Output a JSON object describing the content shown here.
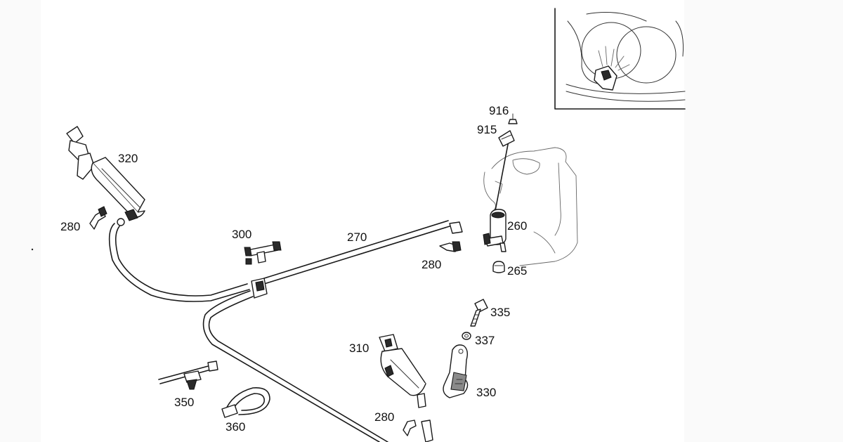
{
  "diagram": {
    "callouts": {
      "c320": "320",
      "c280a": "280",
      "c300": "300",
      "c270": "270",
      "c280b": "280",
      "c916": "916",
      "c915": "915",
      "c260": "260",
      "c265": "265",
      "c335": "335",
      "c337": "337",
      "c310": "310",
      "c330": "330",
      "c350": "350",
      "c360": "360",
      "c280c": "280"
    }
  }
}
